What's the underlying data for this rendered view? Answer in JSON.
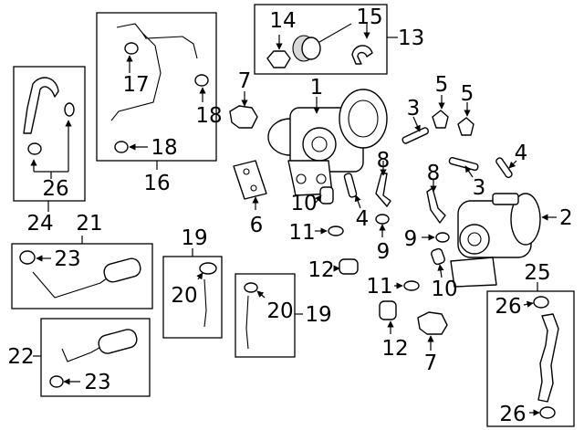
{
  "diagram": {
    "callouts": {
      "c1": "1",
      "c2": "2",
      "c3a": "3",
      "c3b": "3",
      "c4a": "4",
      "c4b": "4",
      "c5a": "5",
      "c5b": "5",
      "c6": "6",
      "c7a": "7",
      "c7b": "7",
      "c8a": "8",
      "c8b": "8",
      "c9a": "9",
      "c9b": "9",
      "c10a": "10",
      "c10b": "10",
      "c11a": "11",
      "c11b": "11",
      "c12a": "12",
      "c12b": "12",
      "c13": "13",
      "c14": "14",
      "c15": "15",
      "c16": "16",
      "c17": "17",
      "c18a": "18",
      "c18b": "18",
      "c19a": "19",
      "c19b": "19",
      "c20a": "20",
      "c20b": "20",
      "c21": "21",
      "c22": "22",
      "c23a": "23",
      "c23b": "23",
      "c24": "24",
      "c25": "25",
      "c26a": "26",
      "c26b": "26",
      "c26c": "26"
    }
  }
}
